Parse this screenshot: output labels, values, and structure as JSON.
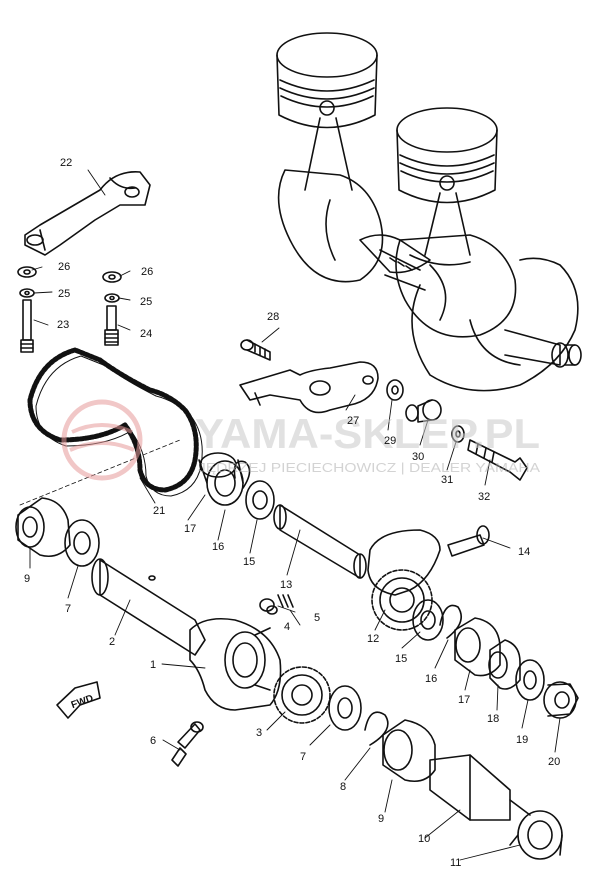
{
  "diagram": {
    "watermark": {
      "brand": "YAMA-SKLEP.PL",
      "tagline": "JĘDRZEJ PIECIECHOWICZ | DEALER YAMAHA"
    },
    "direction_label": "FWD",
    "callouts": [
      {
        "id": "1",
        "text": "1"
      },
      {
        "id": "2",
        "text": "2"
      },
      {
        "id": "3",
        "text": "3"
      },
      {
        "id": "4",
        "text": "4"
      },
      {
        "id": "5",
        "text": "5"
      },
      {
        "id": "6",
        "text": "6"
      },
      {
        "id": "7a",
        "text": "7"
      },
      {
        "id": "7b",
        "text": "7"
      },
      {
        "id": "8",
        "text": "8"
      },
      {
        "id": "9a",
        "text": "9"
      },
      {
        "id": "9b",
        "text": "9"
      },
      {
        "id": "10",
        "text": "10"
      },
      {
        "id": "11",
        "text": "11"
      },
      {
        "id": "12",
        "text": "12"
      },
      {
        "id": "13",
        "text": "13"
      },
      {
        "id": "14",
        "text": "14"
      },
      {
        "id": "15a",
        "text": "15"
      },
      {
        "id": "15b",
        "text": "15"
      },
      {
        "id": "16a",
        "text": "16"
      },
      {
        "id": "16b",
        "text": "16"
      },
      {
        "id": "17a",
        "text": "17"
      },
      {
        "id": "17b",
        "text": "17"
      },
      {
        "id": "18",
        "text": "18"
      },
      {
        "id": "19",
        "text": "19"
      },
      {
        "id": "20",
        "text": "20"
      },
      {
        "id": "21",
        "text": "21"
      },
      {
        "id": "22",
        "text": "22"
      },
      {
        "id": "23",
        "text": "23"
      },
      {
        "id": "24",
        "text": "24"
      },
      {
        "id": "25a",
        "text": "25"
      },
      {
        "id": "25b",
        "text": "25"
      },
      {
        "id": "26a",
        "text": "26"
      },
      {
        "id": "26b",
        "text": "26"
      },
      {
        "id": "27",
        "text": "27"
      },
      {
        "id": "28",
        "text": "28"
      },
      {
        "id": "29",
        "text": "29"
      },
      {
        "id": "30",
        "text": "30"
      },
      {
        "id": "31",
        "text": "31"
      },
      {
        "id": "32",
        "text": "32"
      }
    ]
  }
}
